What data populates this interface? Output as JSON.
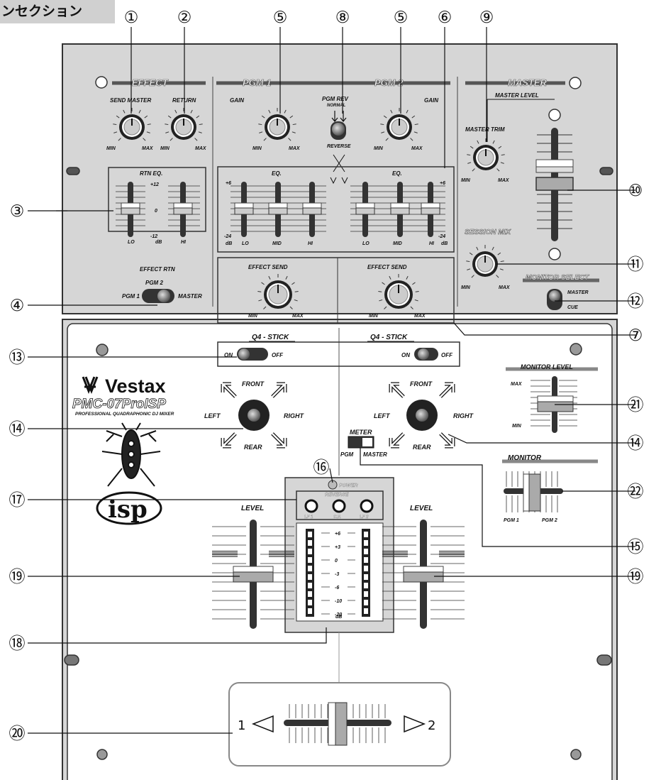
{
  "header": {
    "title": "ンセクション"
  },
  "callouts": [
    "①",
    "②",
    "③",
    "④",
    "⑤",
    "⑤",
    "⑥",
    "⑦",
    "⑧",
    "⑨",
    "⑩",
    "⑪",
    "⑫",
    "⑬",
    "⑭",
    "⑭",
    "⑮",
    "⑯",
    "⑰",
    "⑱",
    "⑲",
    "⑲",
    "⑳",
    "㉑",
    "㉒"
  ],
  "top_panel": {
    "effect": {
      "title": "EFFECT",
      "send_master": "SEND MASTER",
      "return": "RETURN",
      "min": "MIN",
      "max": "MAX"
    },
    "pgm1": {
      "title": "PGM 1",
      "gain": "GAIN",
      "min": "MIN",
      "max": "MAX"
    },
    "pgm2": {
      "title": "PGM 2",
      "gain": "GAIN",
      "min": "MIN",
      "max": "MAX"
    },
    "pgm_rev": {
      "label": "PGM REV",
      "normal": "NORMAL",
      "reverse": "REVERSE"
    },
    "master": {
      "title": "MASTER",
      "master_level": "MASTER LEVEL",
      "master_trim": "MASTER TRIM",
      "min": "MIN",
      "max": "MAX"
    },
    "rtn_eq": {
      "title": "RTN EQ.",
      "plus12": "+12",
      "zero": "0",
      "minus12": "-12",
      "db": "dB",
      "lo": "LO",
      "hi": "HI"
    },
    "eq": {
      "title": "EQ.",
      "plus6": "+6",
      "minus24": "-24",
      "db": "dB",
      "lo": "LO",
      "mid": "MID",
      "hi": "HI"
    },
    "effect_send": {
      "title": "EFFECT SEND",
      "min": "MIN",
      "max": "MAX"
    },
    "session_mix": {
      "title": "SESSION MIX",
      "min": "MIN",
      "max": "MAX"
    },
    "monitor_select": {
      "title": "MONITOR SELECT",
      "master": "MASTER",
      "cue": "CUE"
    },
    "effect_rtn": {
      "title": "EFFECT RTN",
      "pgm2": "PGM 2",
      "pgm1": "PGM 1",
      "master": "MASTER"
    }
  },
  "bottom_panel": {
    "q4": {
      "title": "Q4 - STICK",
      "on": "ON",
      "off": "OFF"
    },
    "brand": {
      "name": "Vestax",
      "model": "PMC-07ProISP",
      "subtitle": "PROFESSIONAL QUADRAPHONIC DJ MIXER",
      "isp": "isp"
    },
    "stick": {
      "front": "FRONT",
      "rear": "REAR",
      "left": "LEFT",
      "right": "RIGHT"
    },
    "meter": {
      "title": "METER",
      "pgm": "PGM",
      "master": "MASTER"
    },
    "power": "POWER",
    "reverse": {
      "title": "REVERSE",
      "lf1": "LF 1",
      "cf": "C.F.",
      "lf2": "LF 2"
    },
    "level": "LEVEL",
    "meter_scale": [
      "+6",
      "+3",
      "0",
      "-3",
      "-6",
      "-10",
      "-20"
    ],
    "db": "dB",
    "monitor_level": {
      "title": "MONITOR LEVEL",
      "max": "MAX",
      "min": "MIN"
    },
    "monitor": {
      "title": "MONITOR",
      "pgm1": "PGM 1",
      "pgm2": "PGM 2"
    },
    "crossfader": {
      "left": "1",
      "right": "2"
    }
  }
}
